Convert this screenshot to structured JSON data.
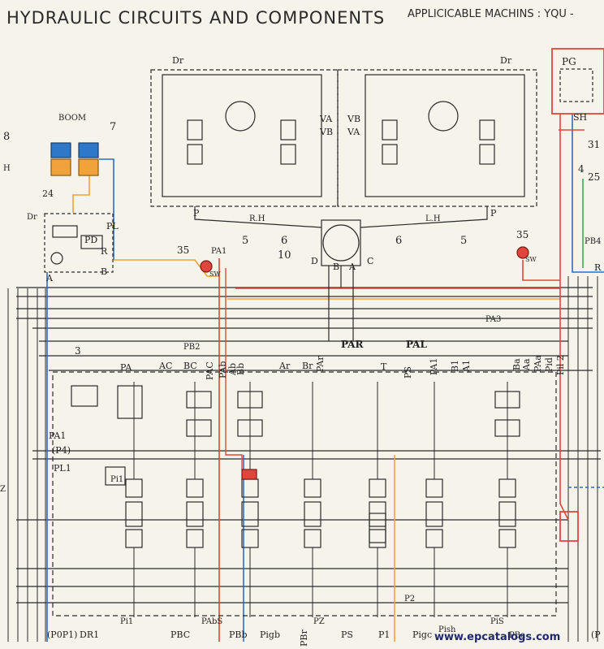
{
  "header": {
    "title": "HYDRAULIC CIRCUITS AND COMPONENTS",
    "machines": "APPLICICABLE MACHINS : YQU -"
  },
  "watermark": "www.epcatalogs.com",
  "colors": {
    "line": "#2b2b2b",
    "pilot_red": "#e0463c",
    "pilot_orange": "#f0a13c",
    "pilot_blue": "#2a6fc4",
    "pilot_green": "#3caa52",
    "cyl_blue": "#2d78c8",
    "cyl_orange": "#f2a23a"
  },
  "labels": {
    "boom": "BOOM",
    "n7": "7",
    "n8": "8",
    "h": "H",
    "n24": "24",
    "dr_24": "Dr",
    "pl": "PL",
    "pd": "PD",
    "r": "R",
    "a": "A",
    "b": "B",
    "dr_l": "Dr",
    "dr_r": "Dr",
    "va_l": "VA",
    "vb_l": "VB",
    "vb_r": "VB",
    "va_r": "VA",
    "p_l": "P",
    "p_r": "P",
    "rh": "R.H",
    "lh": "L.H",
    "n5_l": "5",
    "n6_l": "6",
    "n6_r": "6",
    "n5_r": "5",
    "n10": "10",
    "sw_d": "D",
    "sw_b": "B",
    "sw_a": "A",
    "sw_c": "C",
    "n35_l": "35",
    "psw_l": "SW",
    "pa1_top": "PA1",
    "n35_r": "35",
    "psw_r": "SW",
    "pg": "PG",
    "sh": "SH",
    "n31": "31",
    "n4": "4",
    "n25": "25",
    "pb4": "PB4",
    "r_right": "R",
    "pa3": "PA3",
    "pb2": "PB2",
    "n3": "3",
    "pa": "PA",
    "ac": "AC",
    "bc": "BC",
    "pac": "PAC",
    "pab": "PAb",
    "ab": "Ab",
    "bb": "Bb",
    "ar": "Ar",
    "br": "Br",
    "par": "PAR",
    "pal": "PAL",
    "pa_r2": "PAr",
    "t": "T",
    "ps": "PS",
    "pa1_col": "PA1",
    "b1": "B1",
    "a1": "A1",
    "ba": "Ba",
    "aa": "Aa",
    "paa": "PAa",
    "pid": "Pid",
    "pil2": "Pil 2",
    "pa1_left": "PA1",
    "p4": "(P4)",
    "pl1": "PL1",
    "pi1_mid": "Pi1",
    "p2": "P2",
    "z": "Z",
    "bottom_p0p1": "(P0P1)",
    "bottom_dr1": "DR1",
    "bottom_pi1": "Pi1",
    "bottom_pbc": "PBC",
    "bottom_pabs": "PAbS",
    "bottom_pbb": "PBb",
    "bottom_pigb": "Pigb",
    "bottom_pbr": "PBr",
    "bottom_pz": "PZ",
    "bottom_ps": "PS",
    "bottom_p1": "P1",
    "bottom_pigc": "Pigc",
    "bottom_pish": "Pish",
    "bottom_pis": "PiS",
    "bottom_pbb2": "PBa",
    "bottom_p_right": "(P"
  }
}
